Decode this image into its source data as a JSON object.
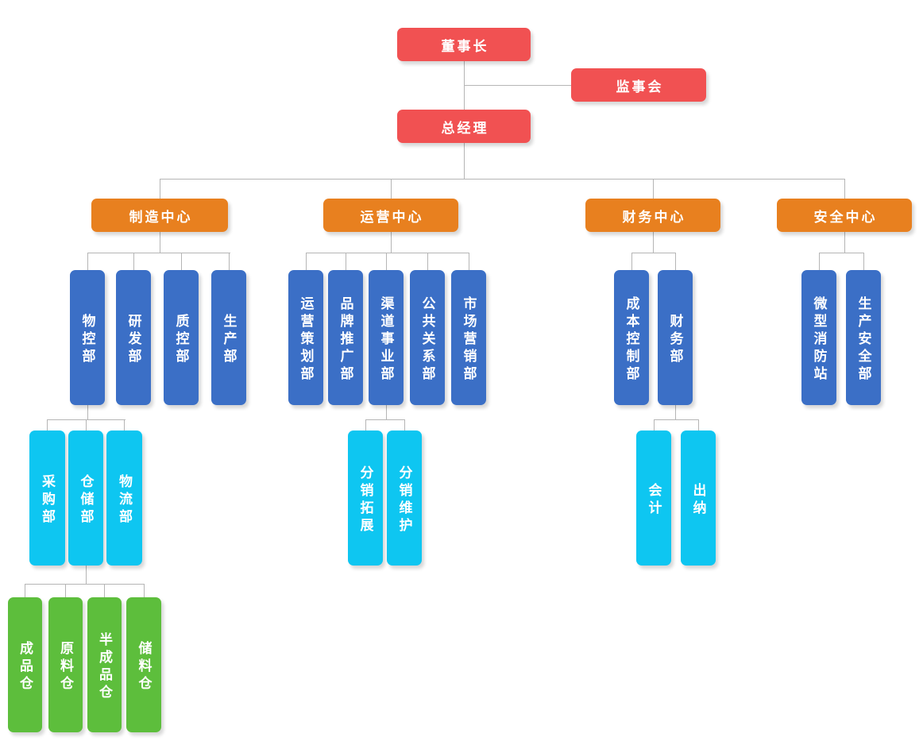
{
  "diagram": {
    "type": "org-chart",
    "palette": {
      "executive": "#F15152",
      "center": "#E8801F",
      "department": "#3B6FC6",
      "sub_department": "#0EC6F1",
      "warehouse": "#5DBE3C",
      "connector": "#B5B5B5",
      "node_text": "#FFFFFF",
      "background": "#FFFFFF"
    },
    "nodes": [
      {
        "id": "chairman",
        "label": "董事长",
        "level": "executive",
        "parent": null
      },
      {
        "id": "supervisory-board",
        "label": "监事会",
        "level": "executive",
        "parent": "chairman"
      },
      {
        "id": "general-manager",
        "label": "总经理",
        "level": "executive",
        "parent": "chairman"
      },
      {
        "id": "manufacturing-center",
        "label": "制造中心",
        "level": "center",
        "parent": "general-manager"
      },
      {
        "id": "operations-center",
        "label": "运营中心",
        "level": "center",
        "parent": "general-manager"
      },
      {
        "id": "finance-center",
        "label": "财务中心",
        "level": "center",
        "parent": "general-manager"
      },
      {
        "id": "safety-center",
        "label": "安全中心",
        "level": "center",
        "parent": "general-manager"
      },
      {
        "id": "material-control-dept",
        "label": "物控部",
        "level": "department",
        "parent": "manufacturing-center"
      },
      {
        "id": "rd-dept",
        "label": "研发部",
        "level": "department",
        "parent": "manufacturing-center"
      },
      {
        "id": "quality-control-dept",
        "label": "质控部",
        "level": "department",
        "parent": "manufacturing-center"
      },
      {
        "id": "production-dept",
        "label": "生产部",
        "level": "department",
        "parent": "manufacturing-center"
      },
      {
        "id": "operation-planning-dept",
        "label": "运营策划部",
        "level": "department",
        "parent": "operations-center"
      },
      {
        "id": "brand-promotion-dept",
        "label": "品牌推广部",
        "level": "department",
        "parent": "operations-center"
      },
      {
        "id": "channel-business-dept",
        "label": "渠道事业部",
        "level": "department",
        "parent": "operations-center"
      },
      {
        "id": "public-relations-dept",
        "label": "公共关系部",
        "level": "department",
        "parent": "operations-center"
      },
      {
        "id": "marketing-dept",
        "label": "市场营销部",
        "level": "department",
        "parent": "operations-center"
      },
      {
        "id": "cost-control-dept",
        "label": "成本控制部",
        "level": "department",
        "parent": "finance-center"
      },
      {
        "id": "finance-dept",
        "label": "财务部",
        "level": "department",
        "parent": "finance-center"
      },
      {
        "id": "micro-fire-station",
        "label": "微型消防站",
        "level": "department",
        "parent": "safety-center"
      },
      {
        "id": "production-safety-dept",
        "label": "生产安全部",
        "level": "department",
        "parent": "safety-center"
      },
      {
        "id": "purchasing-dept",
        "label": "采购部",
        "level": "sub_department",
        "parent": "material-control-dept"
      },
      {
        "id": "warehousing-dept",
        "label": "仓储部",
        "level": "sub_department",
        "parent": "material-control-dept"
      },
      {
        "id": "logistics-dept",
        "label": "物流部",
        "level": "sub_department",
        "parent": "material-control-dept"
      },
      {
        "id": "distribution-expansion",
        "label": "分销拓展",
        "level": "sub_department",
        "parent": "channel-business-dept"
      },
      {
        "id": "distribution-maintenance",
        "label": "分销维护",
        "level": "sub_department",
        "parent": "channel-business-dept"
      },
      {
        "id": "accounting",
        "label": "会计",
        "level": "sub_department",
        "parent": "finance-dept"
      },
      {
        "id": "cashier",
        "label": "出纳",
        "level": "sub_department",
        "parent": "finance-dept"
      },
      {
        "id": "finished-goods-warehouse",
        "label": "成品仓",
        "level": "warehouse",
        "parent": "warehousing-dept"
      },
      {
        "id": "raw-material-warehouse",
        "label": "原料仓",
        "level": "warehouse",
        "parent": "warehousing-dept"
      },
      {
        "id": "semi-finished-warehouse",
        "label": "半成品仓",
        "level": "warehouse",
        "parent": "warehousing-dept"
      },
      {
        "id": "storage-warehouse",
        "label": "储料仓",
        "level": "warehouse",
        "parent": "warehousing-dept"
      }
    ]
  }
}
